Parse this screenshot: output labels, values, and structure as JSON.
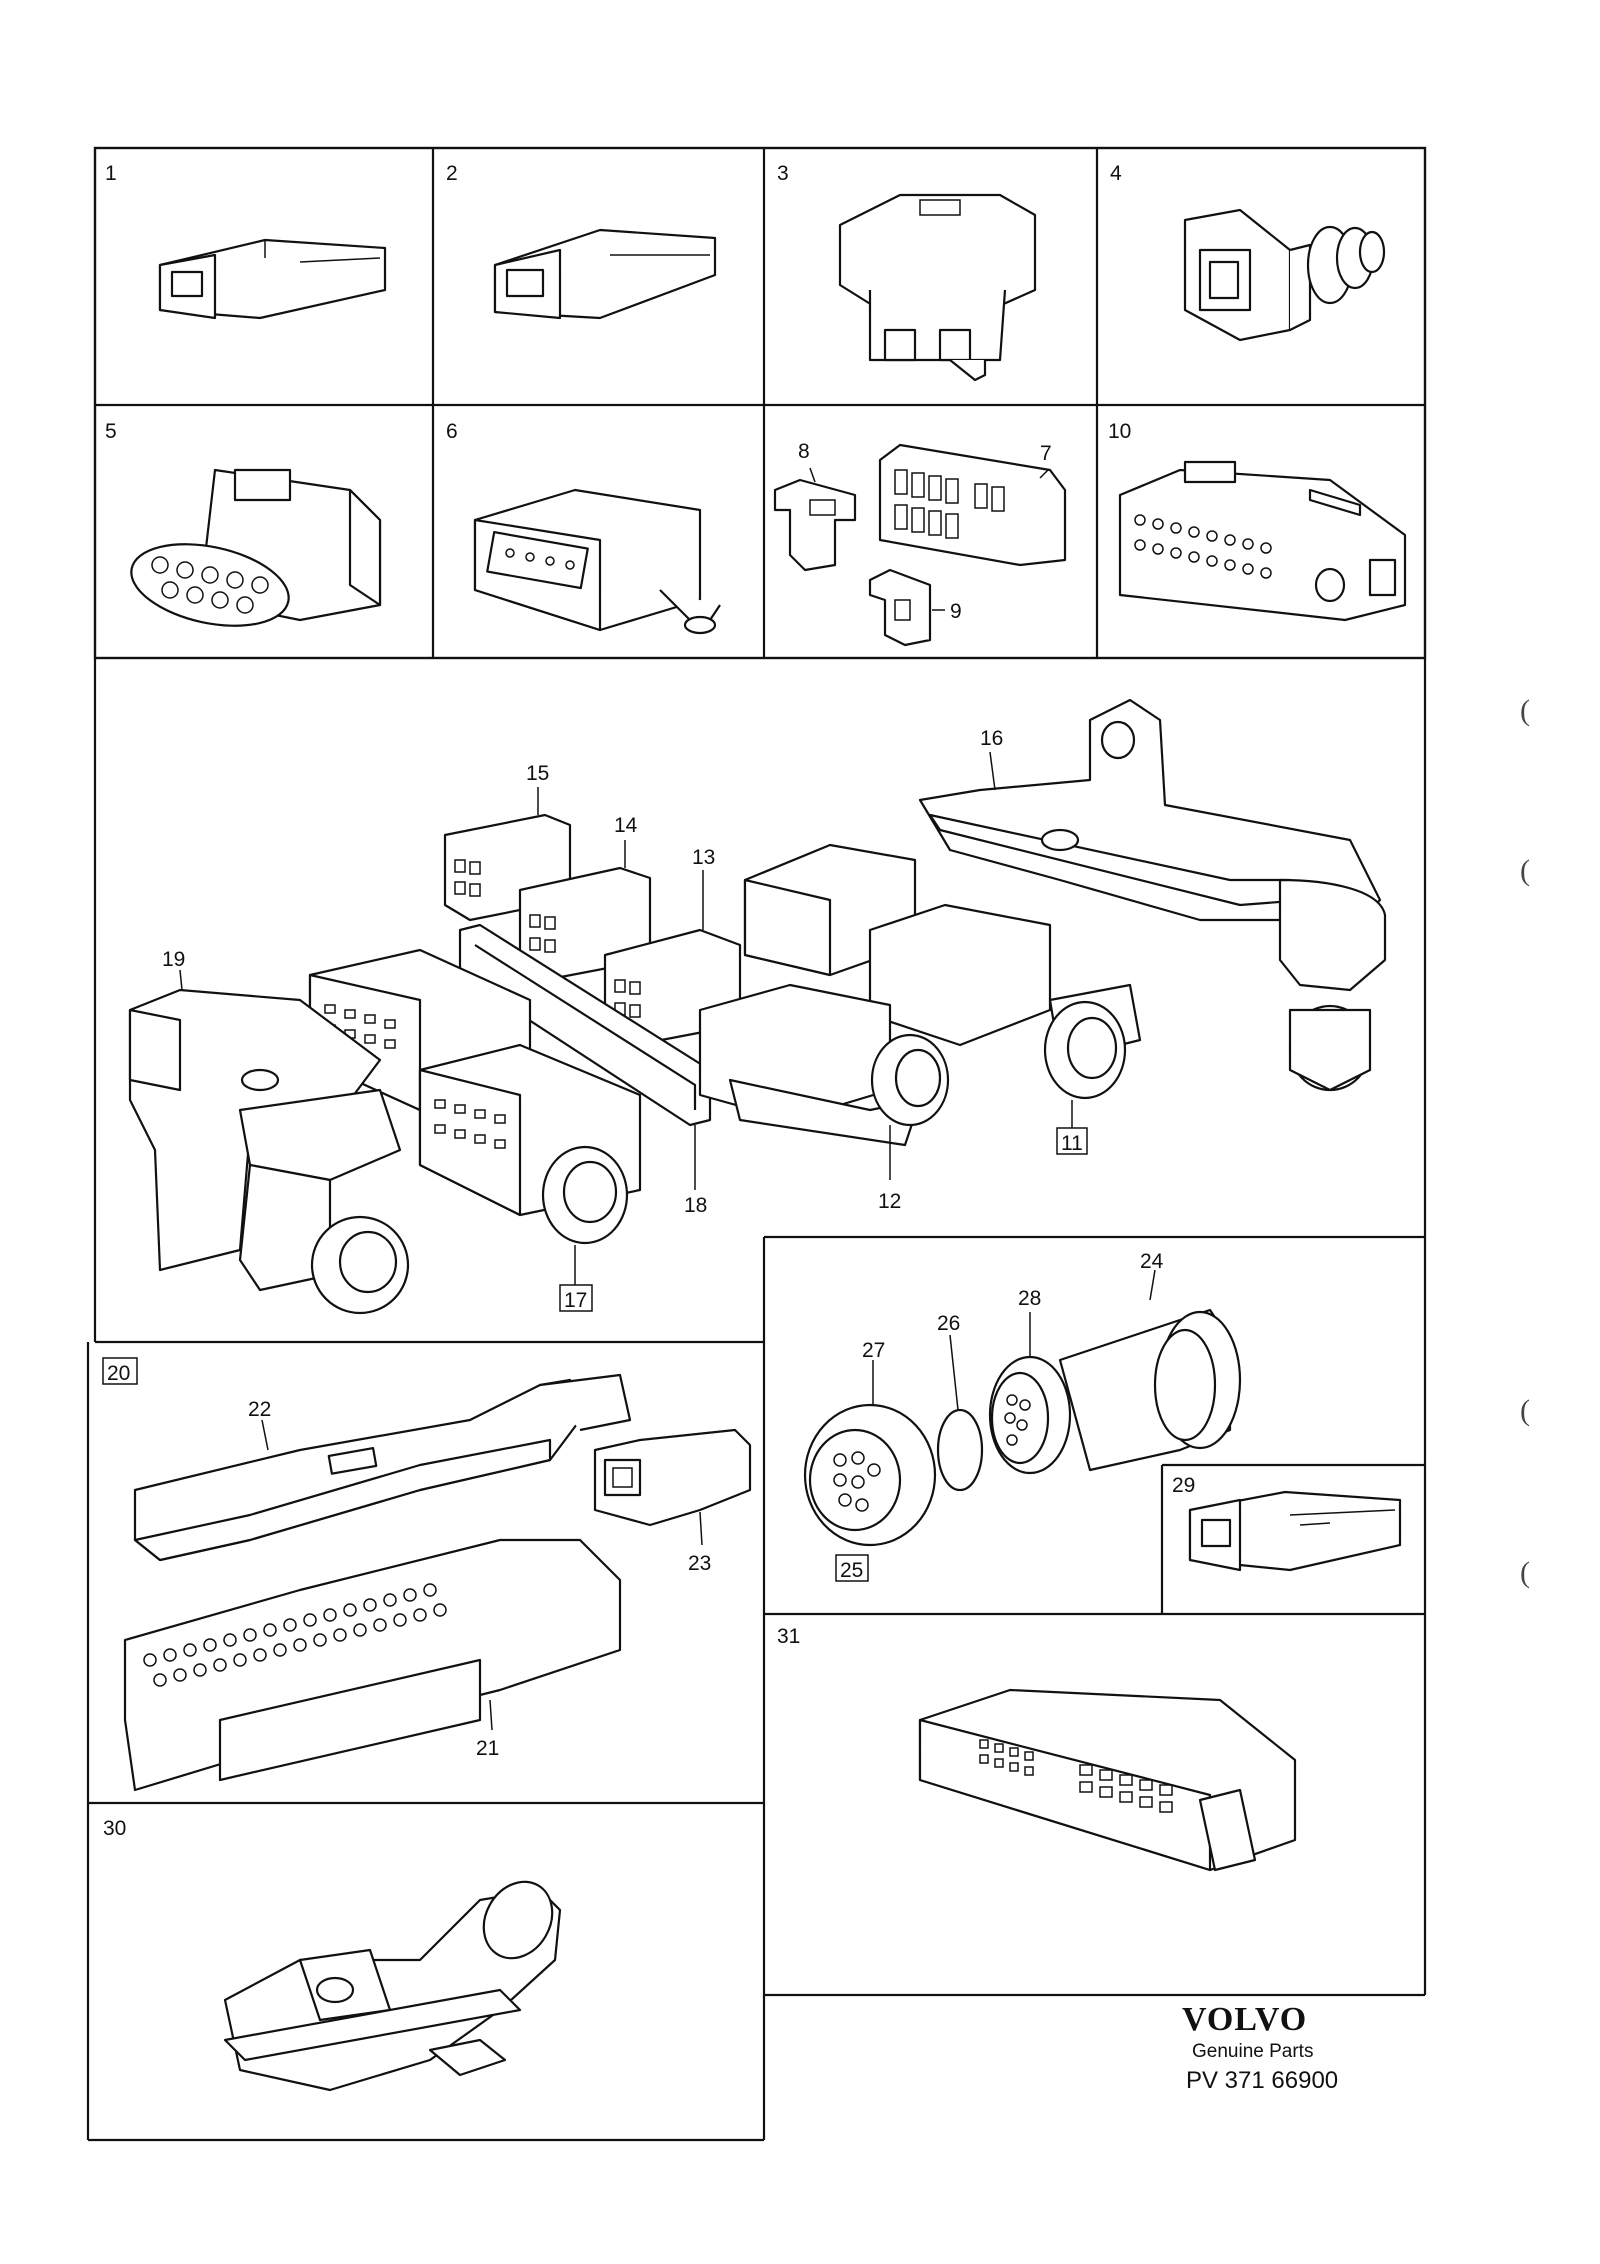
{
  "labels": {
    "p1": "1",
    "p2": "2",
    "p3": "3",
    "p4": "4",
    "p5": "5",
    "p6": "6",
    "p7": "7",
    "p8": "8",
    "p9": "9",
    "p10": "10",
    "p11": "11",
    "p12": "12",
    "p13": "13",
    "p14": "14",
    "p15": "15",
    "p16": "16",
    "p17": "17",
    "p18": "18",
    "p19": "19",
    "p20": "20",
    "p21": "21",
    "p22": "22",
    "p23": "23",
    "p24": "24",
    "p25": "25",
    "p26": "26",
    "p27": "27",
    "p28": "28",
    "p29": "29",
    "p30": "30",
    "p31": "31"
  },
  "footer": {
    "brand": "VOLVO",
    "tagline": "Genuine Parts",
    "part_number": "PV 371 66900"
  },
  "margin_marks": [
    "(",
    "(",
    "(",
    "("
  ]
}
